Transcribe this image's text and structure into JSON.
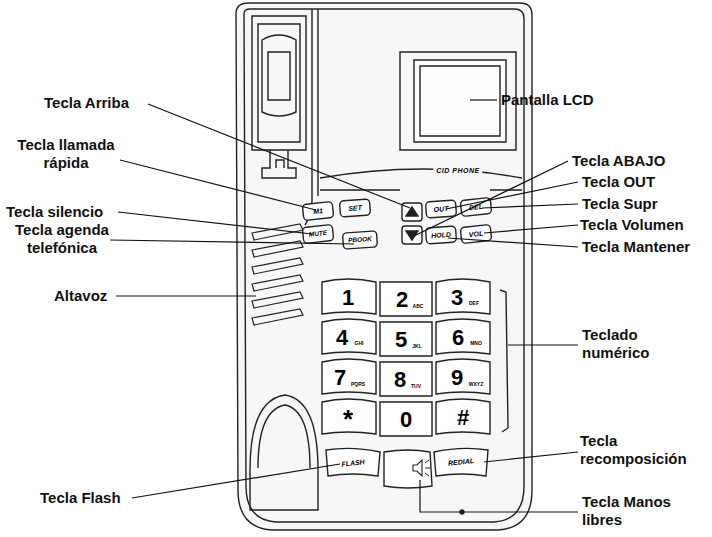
{
  "diagram": {
    "labels": [
      "Tecla Arriba",
      "Tecla llamada rápida",
      "Tecla silencio",
      "Tecla agenda telefónica",
      "Altavoz",
      "Tecla Flash",
      "Pantalla LCD",
      "Tecla ABAJO",
      "Tecla OUT",
      "Tecla Supr",
      "Tecla Volumen",
      "Tecla Mantener",
      "Teclado numérico",
      "Tecla recomposición",
      "Tecla Manos libres",
      "M1",
      "SET",
      "OUT",
      "DEL",
      "MUTE",
      "PBOOK",
      "HOLD",
      "VOL",
      "1",
      "2",
      "ABC",
      "3",
      "DEF",
      "4",
      "GHI",
      "5",
      "JKL",
      "6",
      "MNO",
      "7",
      "PQRS",
      "8",
      "TUV",
      "9",
      "WXYZ",
      "*",
      "0",
      "#",
      "FLASH",
      "REDIAL",
      "CID PHONE"
    ]
  }
}
